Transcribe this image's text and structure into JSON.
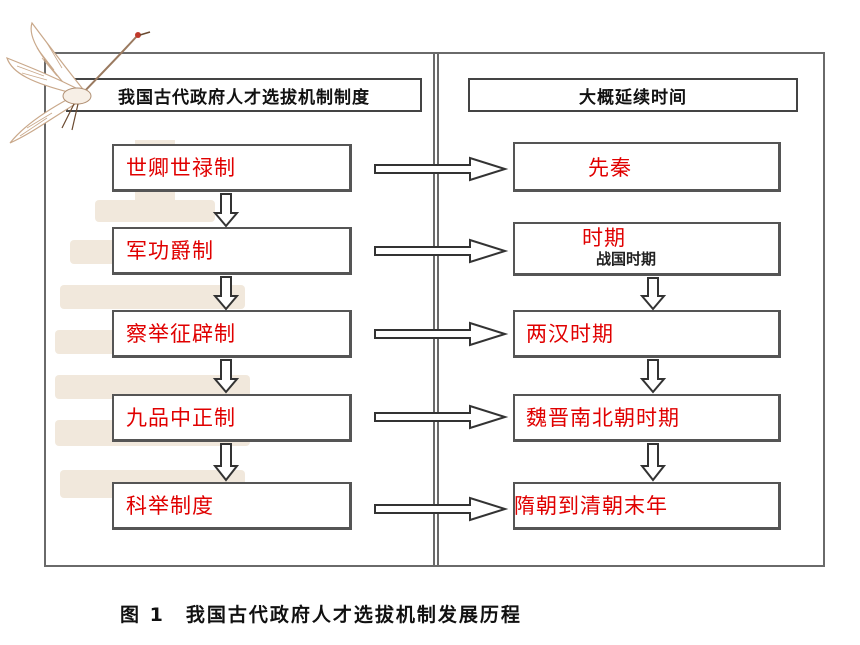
{
  "left_header": "我国古代政府人才选拔机制制度",
  "right_header": "大概延续时间",
  "systems": [
    "世卿世禄制",
    "军功爵制",
    "察举征辟制",
    "九品中正制",
    "科举制度"
  ],
  "periods": [
    "先秦",
    "时期",
    "两汉时期",
    "魏晋南北朝时期",
    "隋朝到清朝末年"
  ],
  "faint_period_text": "战国时期",
  "caption": "图 1　我国古代政府人才选拔机制发展历程",
  "colors": {
    "label_red": "#e00000",
    "border": "#555555",
    "background_pagoda": "#f1e8dc"
  },
  "decorations": [
    "crane-icon",
    "pagoda-watermark"
  ]
}
